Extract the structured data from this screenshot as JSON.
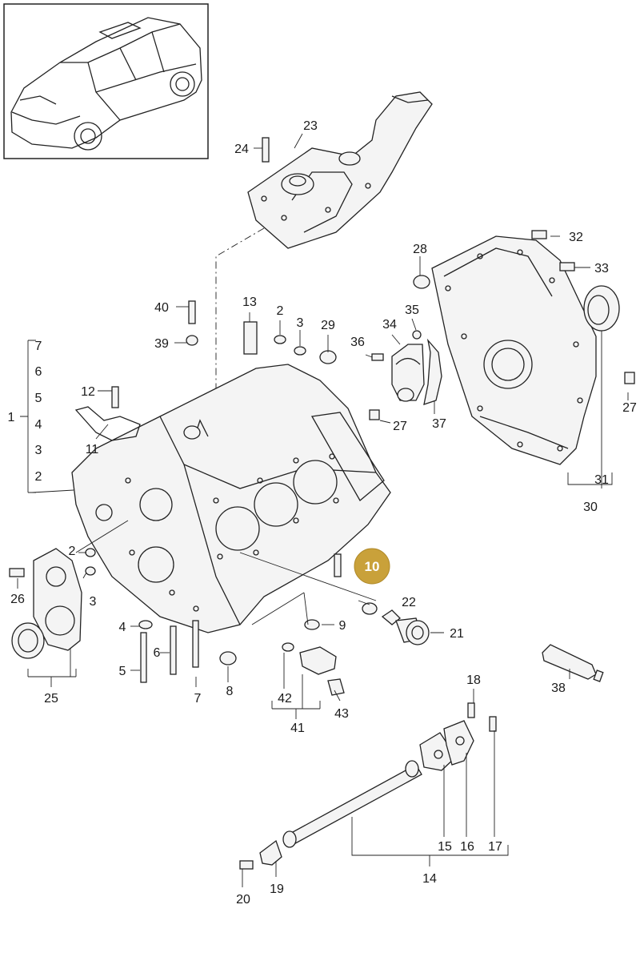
{
  "labels": {
    "l1": "1",
    "l2a": "2",
    "l3a": "3",
    "l4": "4",
    "l5": "5",
    "l6": "6",
    "l7": "7",
    "l2b": "2",
    "l3b": "3",
    "l2c": "2",
    "l3c": "3",
    "l4b": "4",
    "l5b": "5",
    "l6b": "6",
    "l7b": "7",
    "l8": "8",
    "l9": "9",
    "l10": "10",
    "l11": "11",
    "l12": "12",
    "l13": "13",
    "l14": "14",
    "l15": "15",
    "l16": "16",
    "l17": "17",
    "l18": "18",
    "l19": "19",
    "l20": "20",
    "l21": "21",
    "l22": "22",
    "l23": "23",
    "l24": "24",
    "l25": "25",
    "l26": "26",
    "l27a": "27",
    "l27b": "27",
    "l28": "28",
    "l29": "29",
    "l30": "30",
    "l31": "31",
    "l32": "32",
    "l33": "33",
    "l34": "34",
    "l35": "35",
    "l36": "36",
    "l37": "37",
    "l38": "38",
    "l39": "39",
    "l40": "40",
    "l41": "41",
    "l42": "42",
    "l43": "43"
  },
  "highlight": {
    "part_number": "10",
    "color": "#c9a13a"
  },
  "icons": {
    "vehicle": "suv-thumbnail-icon",
    "main_part": "engine-crankcase-icon"
  }
}
